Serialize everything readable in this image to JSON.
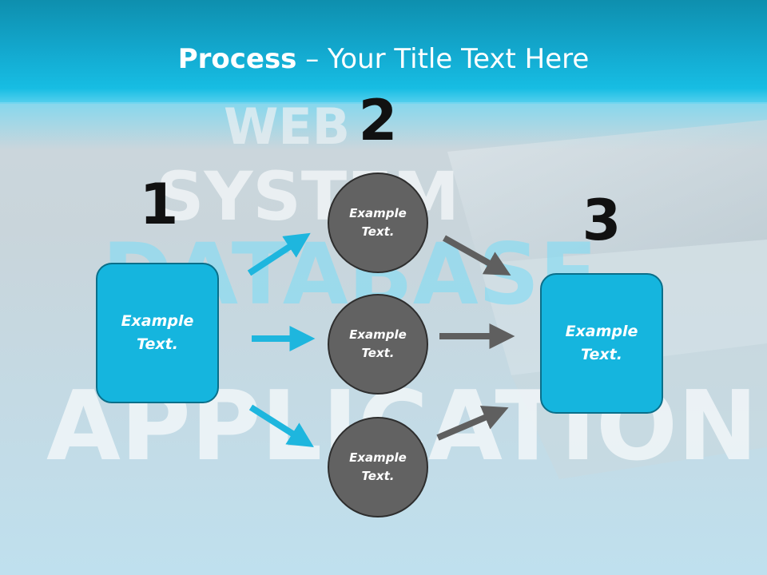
{
  "slide": {
    "title_bold": "Process",
    "title_rest": " – Your Title Text Here",
    "background_words": [
      "WEB",
      "SYSTEM",
      "DATABASE",
      "APPLICATION"
    ]
  },
  "steps": [
    {
      "number": "1",
      "box_text": "Example Text."
    },
    {
      "number": "2",
      "nodes": [
        "Example Text.",
        "Example Text.",
        "Example Text."
      ]
    },
    {
      "number": "3",
      "box_text": "Example Text."
    }
  ],
  "colors": {
    "accent": "#15b5de",
    "circle": "#626262",
    "gray_arrow": "#5f5f5f",
    "blue_arrow": "#1eb6de"
  },
  "icons": {
    "blue_arrows": "arrow-right-icon",
    "gray_arrows": "arrow-right-icon"
  }
}
